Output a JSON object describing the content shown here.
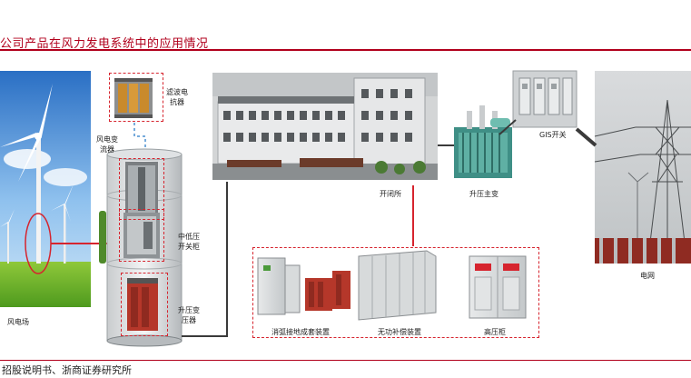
{
  "title": "公司产品在风力发电系统中的应用情况",
  "source": "招股说明书、浙商证券研究所",
  "labels": {
    "wind_farm": "风电场",
    "harmonic_reactor_line1": "滤波电",
    "harmonic_reactor_line2": "抗器",
    "converter_line1": "风电变",
    "converter_line2": "流器",
    "mv_switch_line1": "中低压",
    "mv_switch_line2": "开关柜",
    "step_transformer_line1": "升压变",
    "step_transformer_line2": "压器",
    "switching_station": "开闭所",
    "main_transformer": "升压主变",
    "gis_switch": "GIS开关",
    "grid": "电网",
    "arc_suppression": "消弧接地成套装置",
    "reactive_compensation": "无功补偿装置",
    "hv_cabinet": "高压柜"
  },
  "colors": {
    "accent": "#b1001c",
    "dash_red": "#d6242e",
    "connector": "#3a3a3a"
  }
}
